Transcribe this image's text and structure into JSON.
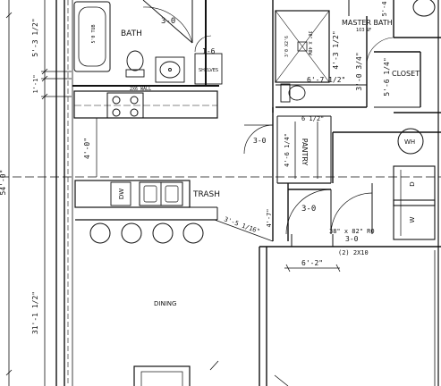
{
  "rooms": {
    "bath": "BATH",
    "master_bath": "MASTER BATH",
    "master_bath_area": "103 SF",
    "closet": "CLOSET",
    "pantry": "PANTRY",
    "dining": "DINING",
    "trash": "TRASH",
    "shelves": "SHELVES",
    "wh": "WH"
  },
  "fixtures": {
    "tub": "5'0 TUB",
    "shower": "30\" X 48W",
    "shower_side": "3'0 X2'6",
    "wall_note": "2X6 WALL",
    "dw": "DW",
    "dryer": "D",
    "washer": "W"
  },
  "dimensions": {
    "overall_left": "54'-0\"",
    "left_top": "5'-3 1/2\"",
    "left_mid": "1'-1\"",
    "left_bottom": "31'-1 1/2\"",
    "counter_depth": "4'-0\"",
    "bath_door": "3-0",
    "shelf_door": "1-6",
    "mb_height": "4'-3 1/2\"",
    "mb_width": "6'-7 1/2\"",
    "mb_upper": "5'-4",
    "mb_lower": "3'-0 3/4\"",
    "closet_depth": "5'-6 1/4\"",
    "pantry_width": "6 1/2\"",
    "pantry_door": "3-0",
    "pantry_depth": "4'-6 1/4\"",
    "bar_depth": "4'-7\"",
    "bar_diag": "3'-5 1/16\"",
    "hall_door": "3-0",
    "garage_door": "38\" x 82\" RO",
    "garage_door_size": "3-0",
    "header": "(2) 2X10",
    "garage_width": "6'-2\""
  }
}
